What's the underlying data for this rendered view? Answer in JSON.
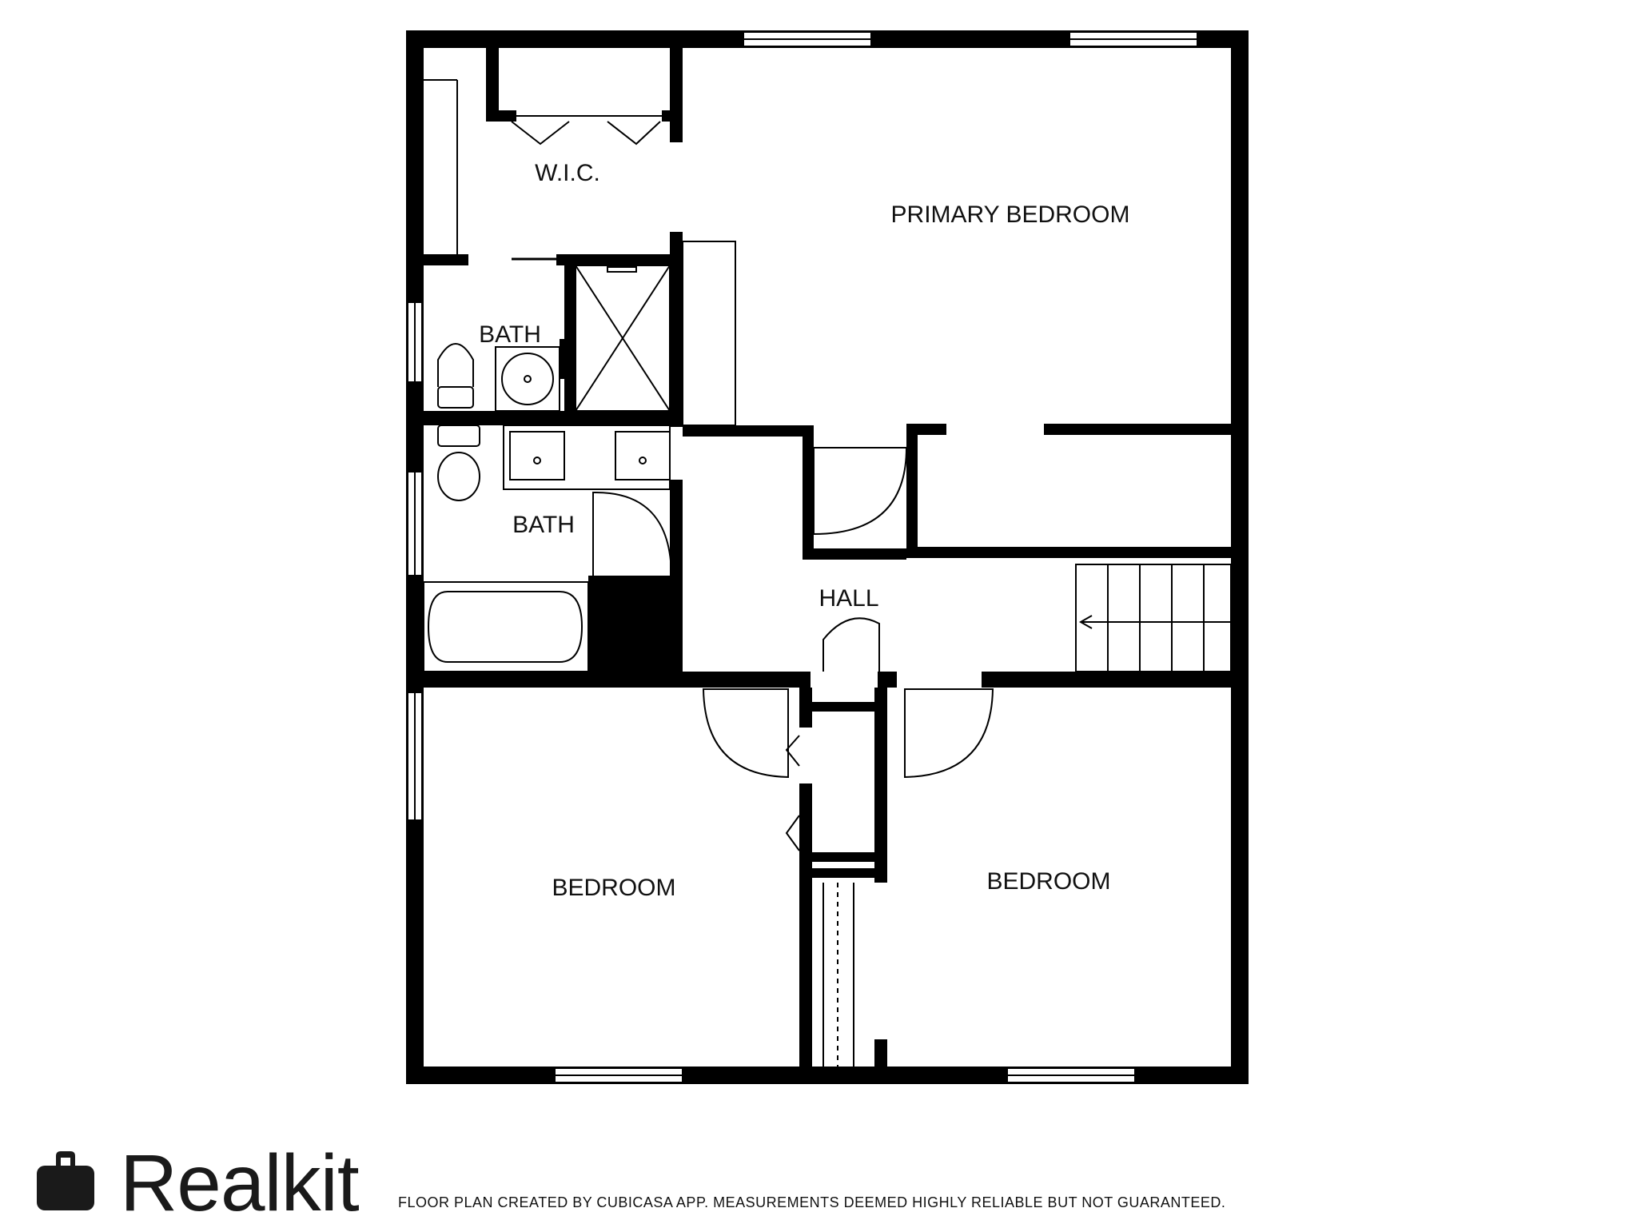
{
  "rooms": {
    "wic": "W.I.C.",
    "primary_bedroom": "PRIMARY BEDROOM",
    "bath_upper": "BATH",
    "bath_lower": "BATH",
    "hall": "HALL",
    "bedroom_left": "BEDROOM",
    "bedroom_right": "BEDROOM"
  },
  "brand": {
    "name": "Realkit",
    "icon": "briefcase-icon"
  },
  "footer": {
    "disclaimer": "FLOOR PLAN CREATED BY CUBICASA APP. MEASUREMENTS DEEMED HIGHLY RELIABLE BUT NOT GUARANTEED."
  },
  "colors": {
    "wall": "#000000",
    "background": "#ffffff",
    "logo": "#1a1a1a"
  }
}
